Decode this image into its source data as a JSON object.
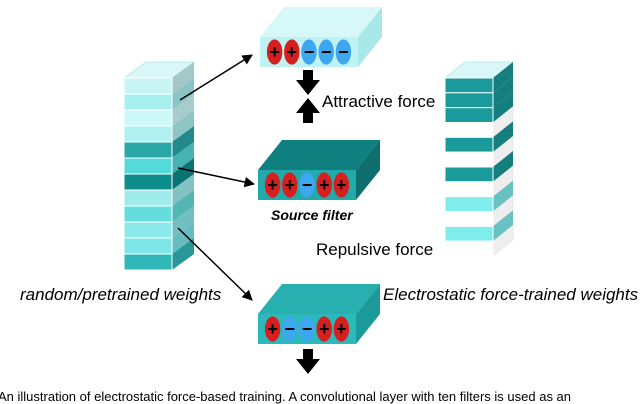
{
  "labels": {
    "left_stack": "random/pretrained weights",
    "right_stack": "Electrostatic force-trained weights",
    "attractive": "Attractive force",
    "repulsive": "Repulsive force",
    "source": "Source filter"
  },
  "caption": "An illustration of electrostatic force-based training. A convolutional layer with ten filters is used as an",
  "filters": {
    "top": [
      "+",
      "+",
      "−",
      "−",
      "−"
    ],
    "middle": [
      "+",
      "+",
      "−",
      "+",
      "+"
    ],
    "bottom": [
      "+",
      "−",
      "−",
      "+",
      "+"
    ]
  },
  "left_stack_colors": [
    "#c8f4f4",
    "#a8efef",
    "#cdf8f8",
    "#b0f0f0",
    "#2aa8a8",
    "#55dada",
    "#0e8c8c",
    "#a0ecec",
    "#66dddd",
    "#8ce9e9",
    "#7ee6e6",
    "#30b8b8"
  ],
  "right_stack_colors": [
    "#1a9a9a",
    "#1a9a9a",
    "#1a9a9a",
    "#ffffff",
    "#1a9a9a",
    "#ffffff",
    "#1a9a9a",
    "#ffffff",
    "#80eded",
    "#ffffff",
    "#80eded",
    "#ffffff"
  ],
  "colors": {
    "positive": "#d62020",
    "negative": "#3da7ef",
    "filter_light": "#bff3f3",
    "filter_dark": "#107f7f",
    "filter_mid": "#22aaaa"
  }
}
